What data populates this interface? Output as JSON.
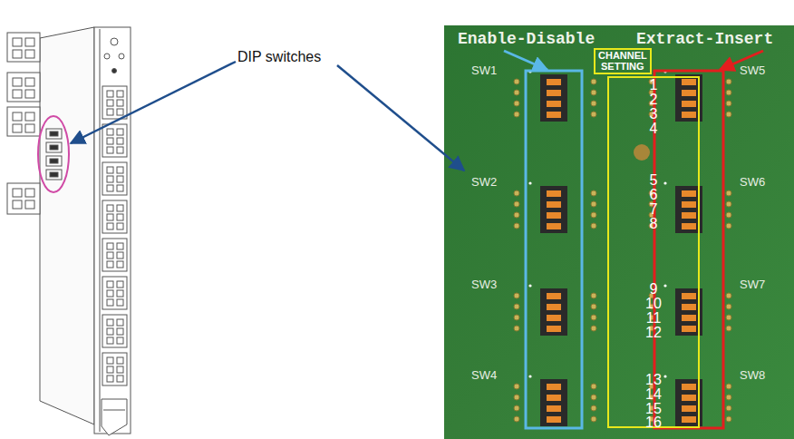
{
  "diagram": {
    "nodes": [
      {
        "text": [
          "CHANNEL SETTING"
        ]
      },
      {
        "text": [
          "1",
          "2",
          "3",
          "4",
          "5",
          "6",
          "7",
          "8",
          "9",
          "10",
          "11",
          "12",
          "13",
          "14",
          "15",
          "16"
        ]
      }
    ],
    "labels": [
      "DIP switches",
      "Enable-Disable",
      "Extract-Insert",
      "SW1",
      "SW5",
      "SW2",
      "SW6",
      "SW3",
      "SW7",
      "SW4",
      "SW8"
    ]
  }
}
